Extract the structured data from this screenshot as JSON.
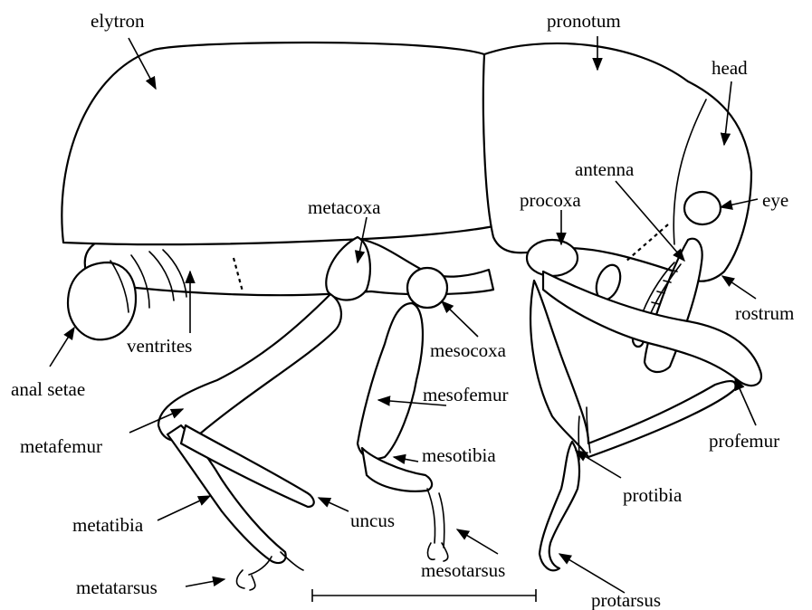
{
  "labels": {
    "elytron": "elytron",
    "pronotum": "pronotum",
    "head": "head",
    "antenna": "antenna",
    "eye": "eye",
    "metacoxa": "metacoxa",
    "procoxa": "procoxa",
    "rostrum": "rostrum",
    "ventrites": "ventrites",
    "anal_setae": "anal setae",
    "mesocoxa": "mesocoxa",
    "mesofemur": "mesofemur",
    "metafemur": "metafemur",
    "mesotibia": "mesotibia",
    "profemur": "profemur",
    "protibia": "protibia",
    "metatibia": "metatibia",
    "uncus": "uncus",
    "mesotarsus": "mesotarsus",
    "metatarsus": "metatarsus",
    "protarsus": "protarsus"
  }
}
